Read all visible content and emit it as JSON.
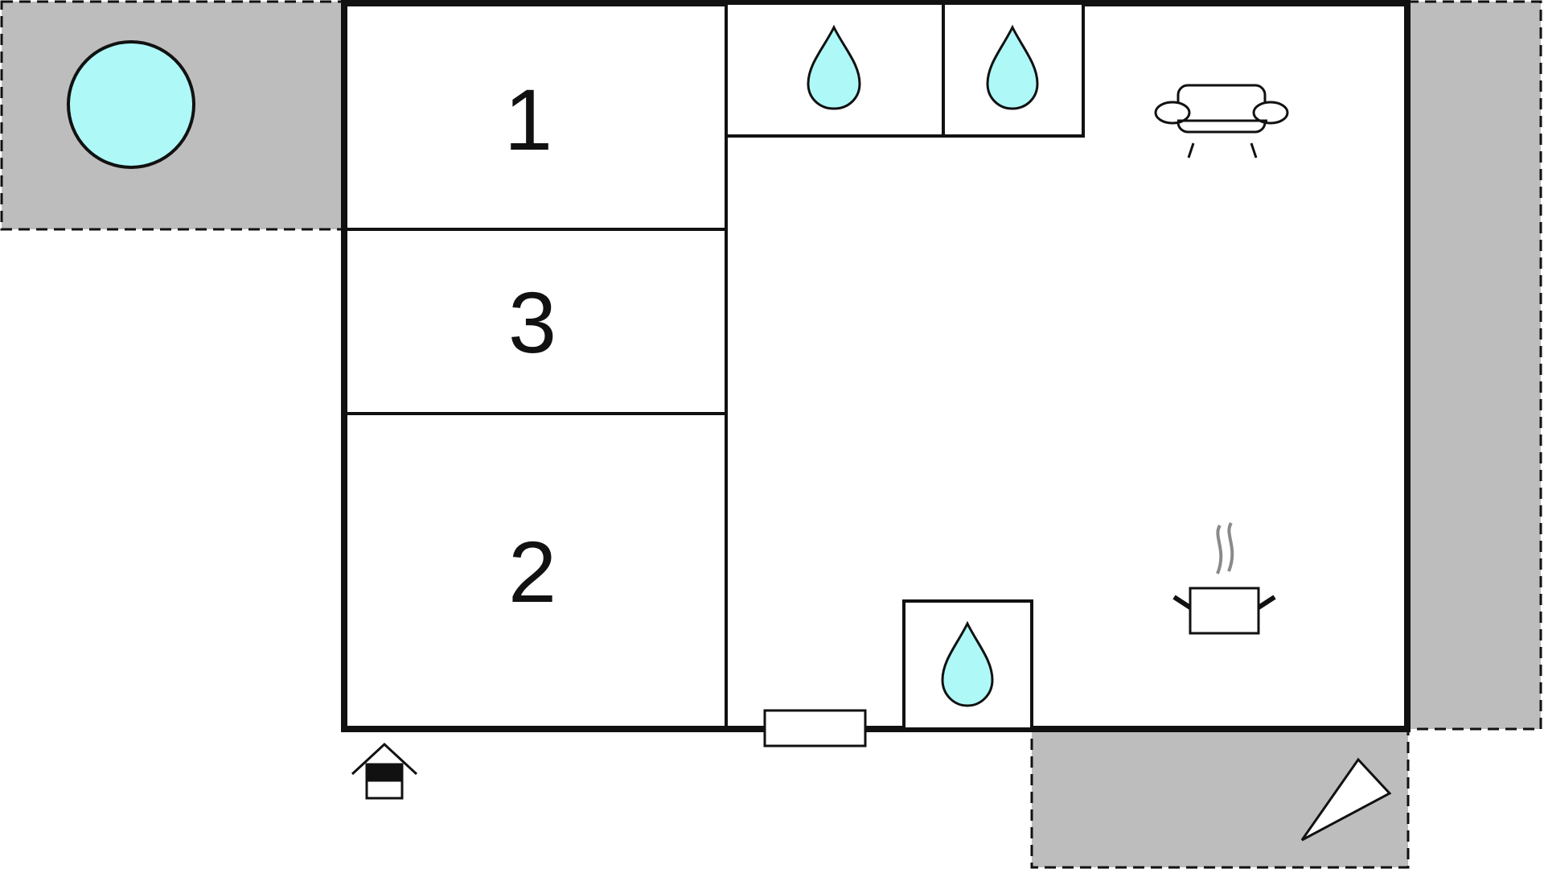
{
  "rooms": {
    "bedroom_1": {
      "number": "1"
    },
    "bathroom_3": {
      "number": "3"
    },
    "bedroom_2": {
      "number": "2"
    }
  },
  "icons": {
    "water": "water-drop-icon",
    "sofa": "sofa-icon",
    "kitchen": "cooking-pot-icon",
    "entrance": "house-entrance-icon",
    "pool": "pool-icon",
    "terrace_corner": "triangle-icon"
  },
  "colors": {
    "wall": "#111111",
    "outdoor_area": "#bdbdbd",
    "water": "#aff8f8",
    "background": "#ffffff",
    "steam": "#8a8a8a"
  }
}
